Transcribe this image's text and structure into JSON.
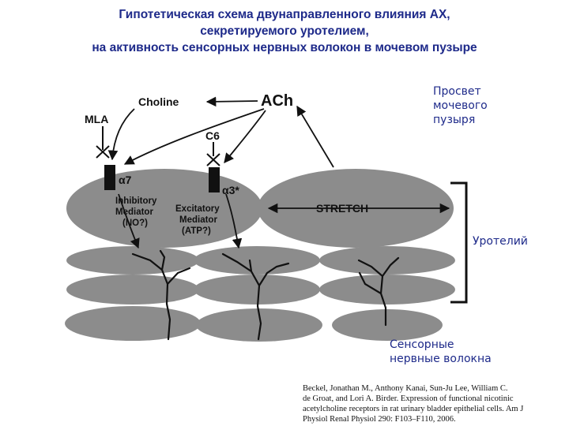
{
  "title": {
    "line1": "Гипотетическая схема двунаправленного влияния АХ,",
    "line2": "секретируемого уротелием,",
    "line3": "на активность сенсорных нервных волокон в мочевом пузыре"
  },
  "labels": {
    "lumen_line1": "Просвет",
    "lumen_line2": "мочевого",
    "lumen_line3": "пузыря",
    "urothelium": "Уротелий",
    "nerves_line1": "Сенсорные",
    "nerves_line2": "нервные волокна"
  },
  "diagram": {
    "ach": "ACh",
    "choline": "Choline",
    "mla": "MLA",
    "c6": "C6",
    "alpha7": "α7",
    "alpha3": "α3*",
    "stretch": "STRETCH",
    "inhib_line1": "Inhibitory",
    "inhib_line2": "Mediator",
    "inhib_line3": "(NO?)",
    "excit_line1": "Excitatory",
    "excit_line2": "Mediator",
    "excit_line3": "(ATP?)"
  },
  "citation": {
    "line1": "Beckel, Jonathan M., Anthony Kanai, Sun-Ju Lee, William C.",
    "line2": "de Groat, and Lori A. Birder. Expression of functional nicotinic",
    "line3": "acetylcholine receptors in rat urinary bladder epithelial cells. Am J",
    "line4": "Physiol Renal Physiol 290: F103–F110, 2006."
  },
  "colors": {
    "title": "#1e2a8a",
    "cell_fill": "#8c8c8c",
    "ink": "#111111"
  }
}
